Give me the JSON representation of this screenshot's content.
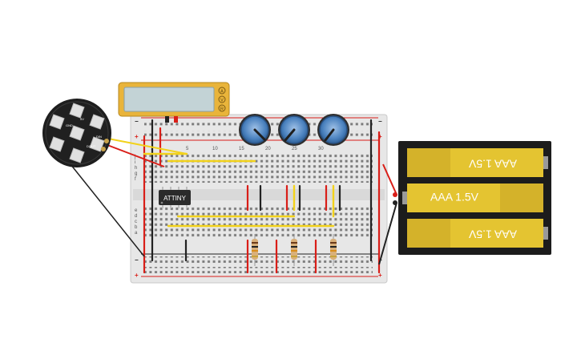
{
  "components": {
    "microcontroller": {
      "label": "ATTINY"
    },
    "battery_pack": {
      "cells": [
        {
          "label": "AAA 1.5V",
          "flipped": true
        },
        {
          "label": "AAA 1.5V",
          "flipped": false
        },
        {
          "label": "AAA 1.5V",
          "flipped": true
        }
      ]
    },
    "multimeter": {
      "buttons": [
        "A",
        "V",
        "R"
      ]
    },
    "potentiometers": {
      "count": 3
    },
    "resistors": {
      "count": 3
    },
    "led_ring": {
      "pixel_labels": [
        "DIN",
        "5V",
        "GND",
        "DOUT"
      ]
    }
  },
  "breadboard": {
    "row_letters_top": [
      "j",
      "i",
      "h",
      "g",
      "f"
    ],
    "row_letters_bottom": [
      "e",
      "d",
      "c",
      "b",
      "a"
    ],
    "column_labels": [
      "1",
      "5",
      "10",
      "15",
      "20",
      "25",
      "30"
    ],
    "rail_plus": "+",
    "rail_minus": "−"
  },
  "colors": {
    "wire_red": "#d91e18",
    "wire_black": "#222222",
    "wire_yellow": "#f2d21b",
    "battery_yellow": "#e4c431",
    "pot_blue": "#3f79b5"
  }
}
